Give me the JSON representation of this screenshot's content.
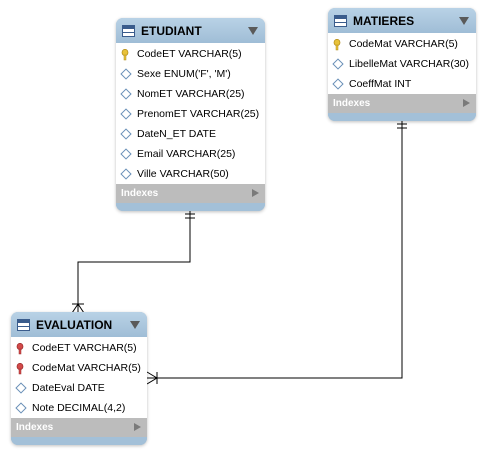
{
  "tables": {
    "etudiant": {
      "title": "ETUDIANT",
      "columns": [
        {
          "text": "CodeET VARCHAR(5)",
          "icon": "primary-key-icon"
        },
        {
          "text": "Sexe ENUM('F', 'M')",
          "icon": "column-icon"
        },
        {
          "text": "NomET VARCHAR(25)",
          "icon": "column-icon"
        },
        {
          "text": "PrenomET VARCHAR(25)",
          "icon": "column-icon"
        },
        {
          "text": "DateN_ET DATE",
          "icon": "column-icon"
        },
        {
          "text": "Email VARCHAR(25)",
          "icon": "column-icon"
        },
        {
          "text": "Ville VARCHAR(50)",
          "icon": "column-icon"
        }
      ],
      "indexes_label": "Indexes"
    },
    "matieres": {
      "title": "MATIERES",
      "columns": [
        {
          "text": "CodeMat VARCHAR(5)",
          "icon": "primary-key-icon"
        },
        {
          "text": "LibelleMat VARCHAR(30)",
          "icon": "column-icon"
        },
        {
          "text": "CoeffMat INT",
          "icon": "column-icon"
        }
      ],
      "indexes_label": "Indexes"
    },
    "evaluation": {
      "title": "EVALUATION",
      "columns": [
        {
          "text": "CodeET VARCHAR(5)",
          "icon": "foreign-key-icon"
        },
        {
          "text": "CodeMat VARCHAR(5)",
          "icon": "foreign-key-icon"
        },
        {
          "text": "DateEval DATE",
          "icon": "column-icon"
        },
        {
          "text": "Note DECIMAL(4,2)",
          "icon": "column-icon"
        }
      ],
      "indexes_label": "Indexes"
    }
  },
  "colors": {
    "header": "#a3c0d8",
    "footer": "#bcbcbc",
    "primary_key": "#e8c23a",
    "foreign_key": "#d24a4a",
    "relationship_line": "#000000"
  },
  "relationships": [
    {
      "from": "ETUDIANT",
      "to": "EVALUATION",
      "cardinality": "one-to-many"
    },
    {
      "from": "MATIERES",
      "to": "EVALUATION",
      "cardinality": "one-to-many"
    }
  ]
}
